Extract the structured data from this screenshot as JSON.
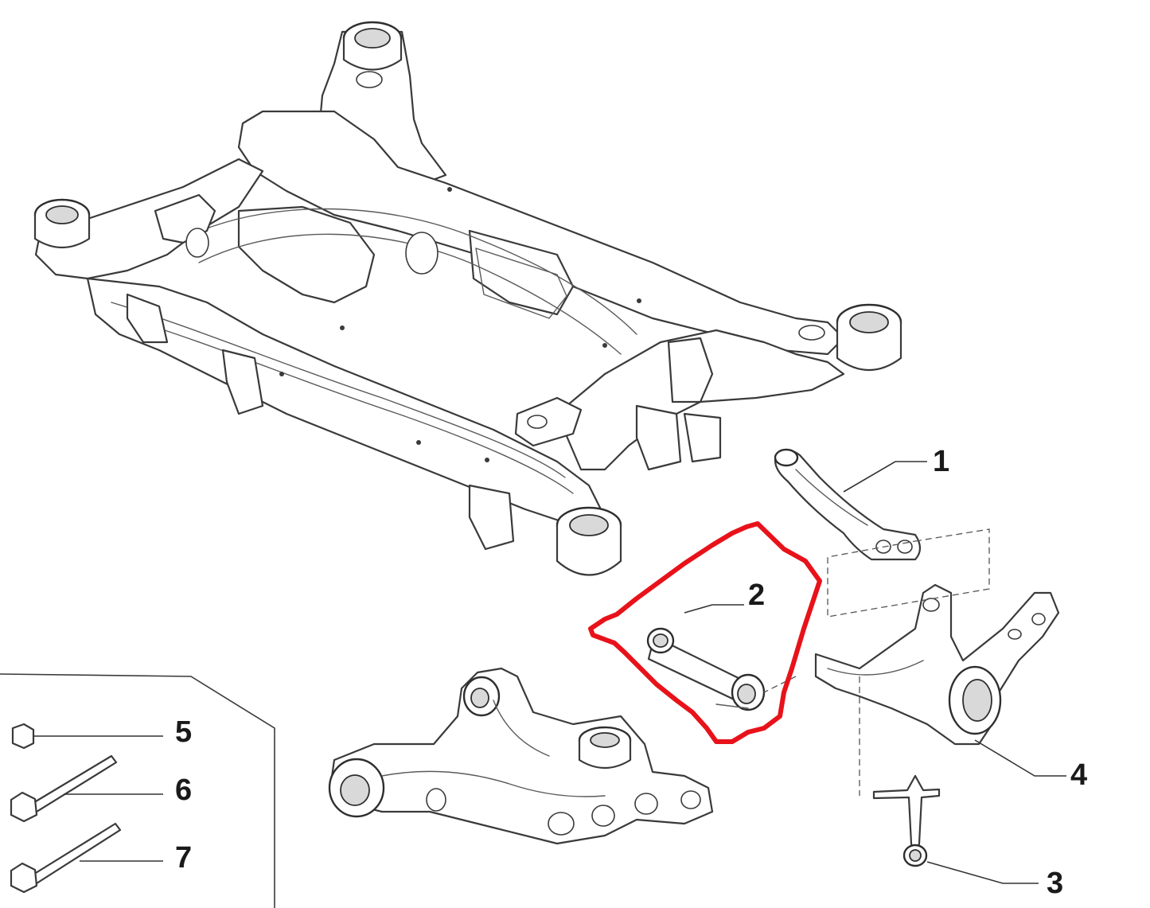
{
  "callouts": {
    "c1": "1",
    "c2": "2",
    "c3": "3",
    "c4": "4",
    "c5": "5",
    "c6": "6",
    "c7": "7"
  },
  "highlight": {
    "color": "#e8121a",
    "target": "2"
  }
}
